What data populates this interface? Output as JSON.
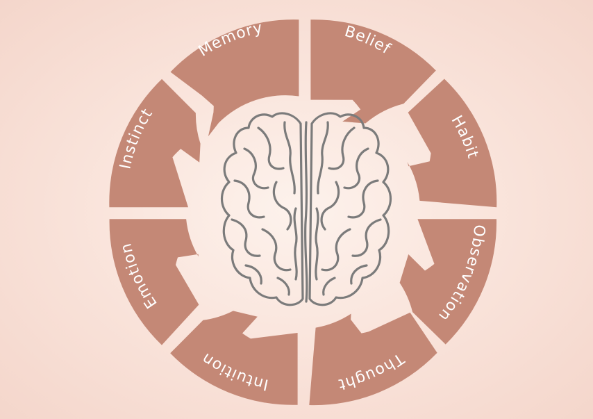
{
  "colors": {
    "segment": "#c48876",
    "label": "#ffffff",
    "brain_stroke": "#7b7b7b"
  },
  "icons": {
    "center": "brain-icon"
  },
  "segments": [
    {
      "key": "memory",
      "label": "Memory"
    },
    {
      "key": "belief",
      "label": "Belief"
    },
    {
      "key": "habit",
      "label": "Habit"
    },
    {
      "key": "observation",
      "label": "Observation"
    },
    {
      "key": "thought",
      "label": "Thought"
    },
    {
      "key": "intuition",
      "label": "Intuition"
    },
    {
      "key": "emotion",
      "label": "Emotion"
    },
    {
      "key": "instinct",
      "label": "Instinct"
    }
  ]
}
